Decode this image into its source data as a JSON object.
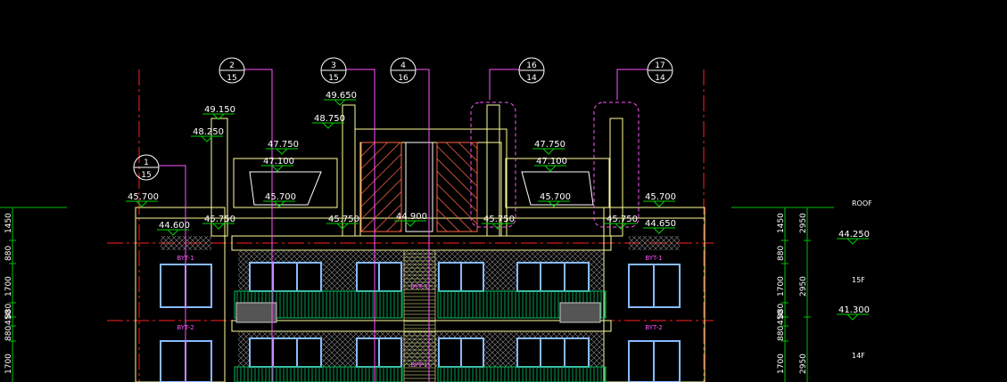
{
  "title": "",
  "colors": {
    "background": "#000000",
    "outline": "#ffff99",
    "frame": "#ffcc99",
    "axis": "#ff2020",
    "leader": "#ff55ff",
    "level_marker": "#00d000",
    "dim_line": "#00c000",
    "label": "#ffffff",
    "glass": "#88bbff",
    "rail": "#006633",
    "hatch": "#ff6644"
  },
  "grid_bubbles": [
    {
      "top": "2",
      "bottom": "15"
    },
    {
      "top": "3",
      "bottom": "15"
    },
    {
      "top": "4",
      "bottom": "16"
    },
    {
      "top": "16",
      "bottom": "14"
    },
    {
      "top": "17",
      "bottom": "14"
    },
    {
      "top": "1",
      "bottom": "15"
    }
  ],
  "elevations": {
    "e49150": "49.150",
    "e48250": "48.250",
    "e49650": "49.650",
    "e48750": "48.750",
    "e47750_left": "47.750",
    "e47100_left": "47.100",
    "e45700_left_parapet": "45.700",
    "e45700_left_box": "45.700",
    "e45750_left": "45.750",
    "e44600_left": "44.600",
    "e45750_mid": "45.750",
    "e44900": "44.900",
    "e47750_right": "47.750",
    "e47100_right": "47.100",
    "e45700_right_box": "45.700",
    "e45750_right1": "45.750",
    "e45750_right2": "45.750",
    "e45700_right_parapet": "45.700",
    "e44650_right": "44.650",
    "e44250": "44.250",
    "e41300": "41.300"
  },
  "floor_labels": {
    "roof": "ROOF",
    "f15": "15F",
    "f14": "14F"
  },
  "tags": {
    "byt1_left": "BYT-1",
    "byt2_left": "BYT-2",
    "byt1_right": "BYT-1",
    "byt2_right": "BYT-2",
    "byt3a": "BYT-1",
    "byt3b": "BYT-1"
  },
  "dims_left": [
    "1450",
    "880",
    "1700",
    "880",
    "450",
    "880",
    "1700"
  ],
  "dims_right": [
    "1450",
    "880",
    "1700",
    "880",
    "450",
    "880",
    "1700"
  ],
  "dims_right2": [
    "2950",
    "2950"
  ]
}
